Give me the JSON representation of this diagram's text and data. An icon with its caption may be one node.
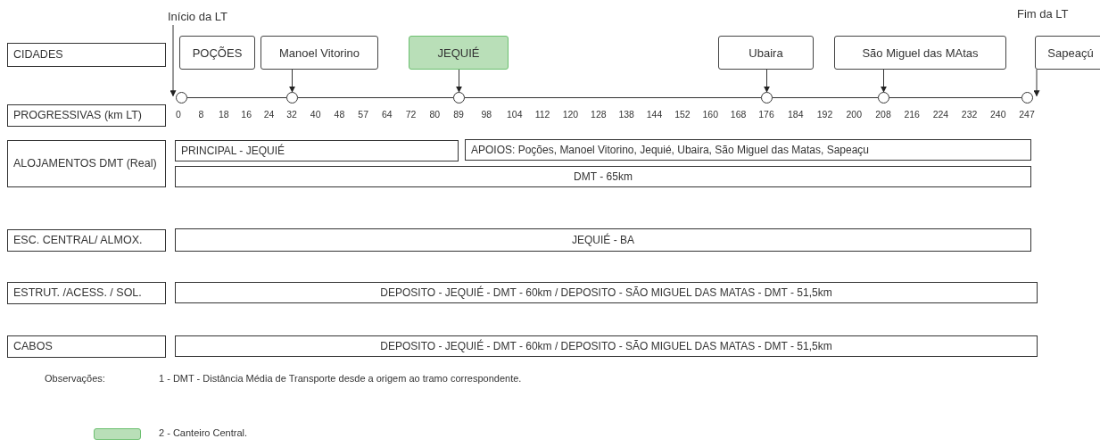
{
  "diagram": {
    "nodes": [
      {
        "text": [
          "Início da LT"
        ]
      },
      {
        "text": [
          "CIDADES"
        ]
      },
      {
        "text": [
          "POÇÕES"
        ]
      },
      {
        "text": [
          "Manoel Vitorino"
        ]
      },
      {
        "text": [
          "JEQUIÉ"
        ]
      },
      {
        "text": [
          "Ubaira"
        ]
      },
      {
        "text": [
          "São Miguel das MAtas"
        ]
      },
      {
        "text": [
          "Sapeaçú"
        ]
      },
      {
        "text": [],
        "shape": "circle"
      },
      {
        "text": [],
        "shape": "circle"
      },
      {
        "text": [],
        "shape": "circle"
      },
      {
        "text": [],
        "shape": "circle"
      },
      {
        "text": [],
        "shape": "circle"
      },
      {
        "text": [],
        "shape": "circle"
      },
      {
        "text": [
          "PROGRESSIVAS (km LT)"
        ]
      },
      {
        "text": [
          "ALOJAMENTOS DMT (Real)"
        ]
      },
      {
        "text": [
          "PRINCIPAL - JEQUIÉ"
        ]
      },
      {
        "text": [
          "APOIOS: Poções, Manoel Vitorino, Jequié, Ubaira, São Miguel das Matas, Sapeaçu"
        ]
      },
      {
        "text": [
          "DMT - 65km"
        ]
      },
      {
        "text": [
          "ESC. CENTRAL/ ALMOX."
        ]
      },
      {
        "text": [
          "JEQUIÉ - BA"
        ]
      },
      {
        "text": [
          "ESTRUT. /ACESS. / SOL."
        ]
      },
      {
        "text": [
          "DEPOSITO - JEQUIÉ - DMT - 60km / DEPOSITO - SÃO MIGUEL DAS MATAS - DMT - 51,5km"
        ]
      },
      {
        "text": [
          "CABOS"
        ]
      },
      {
        "text": [
          "DEPOSITO - JEQUIÉ - DMT - 60km / DEPOSITO - SÃO MIGUEL DAS MATAS - DMT - 51,5km"
        ]
      }
    ],
    "edges": [
      {
        "from": 0,
        "to": 8,
        "arrow": "to"
      },
      {
        "from": 3,
        "to": 9,
        "arrow": "to"
      },
      {
        "from": 4,
        "to": 10,
        "arrow": "to"
      },
      {
        "from": 5,
        "to": 11,
        "arrow": "to"
      },
      {
        "from": 6,
        "to": 12,
        "arrow": "to"
      },
      {
        "from": 7,
        "to": 13,
        "arrow": "to"
      },
      {
        "from": 8,
        "to": 9,
        "arrow": "none"
      },
      {
        "from": 9,
        "to": 10,
        "arrow": "none"
      },
      {
        "from": 10,
        "to": 11,
        "arrow": "none"
      },
      {
        "from": 11,
        "to": 12,
        "arrow": "none"
      },
      {
        "from": 12,
        "to": 13,
        "arrow": "none"
      }
    ],
    "labels": [
      "Fim da LT",
      "0",
      "8",
      "18",
      "16",
      "24",
      "32",
      "40",
      "48",
      "57",
      "64",
      "72",
      "80",
      "89",
      "98",
      "104",
      "112",
      "120",
      "128",
      "138",
      "144",
      "152",
      "160",
      "168",
      "176",
      "184",
      "192",
      "200",
      "208",
      "216",
      "224",
      "232",
      "240",
      "247",
      "Observações:",
      "1 - DMT - Distância Média de Transporte desde a origem ao tramo correspondente."
    ],
    "legend": [
      {
        "text": "2 - Canteiro Central.",
        "color": "#b9dfb8"
      }
    ]
  }
}
